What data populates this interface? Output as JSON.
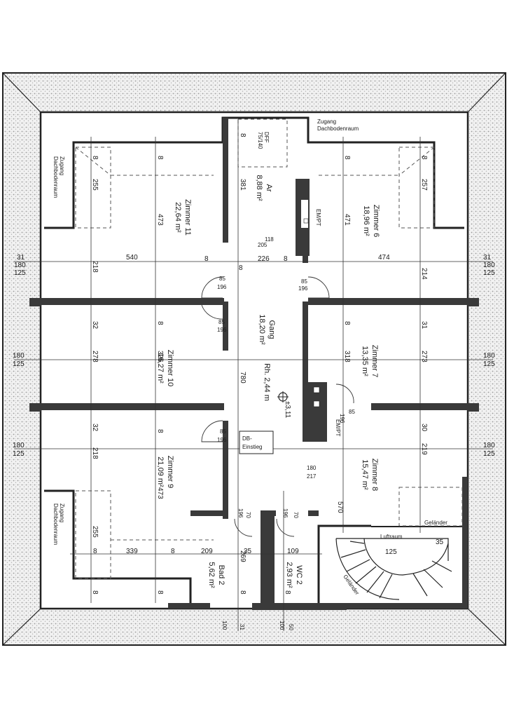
{
  "rooms": {
    "ar": {
      "name": "Ar",
      "area": "8,88 m²"
    },
    "zimmer11": {
      "name": "Zimmer 11",
      "area": "22,64 m²"
    },
    "zimmer6": {
      "name": "Zimmer 6",
      "area": "18,96 m²"
    },
    "gang": {
      "name": "Gang",
      "area": "18,20 m²",
      "rh": "Rh. 2,44 m"
    },
    "zimmer10": {
      "name": "Zimmer 10",
      "area": "16,27 m²"
    },
    "zimmer7": {
      "name": "Zimmer 7",
      "area": "13,35 m²"
    },
    "zimmer9": {
      "name": "Zimmer 9",
      "area": "21,09 m²"
    },
    "zimmer8": {
      "name": "Zimmer 8",
      "area": "15,47 m²"
    },
    "bad2": {
      "name": "Bad 2",
      "area": "5,62 m²"
    },
    "wc2": {
      "name": "WC 2",
      "area": "2,93 m²"
    }
  },
  "labels": {
    "zugang_top": "Zugang",
    "dachbodenraum_top": "Dachbodenraum",
    "zugang_left": "Zugang",
    "dachbodenraum_left": "Dachbodenraum",
    "zugang_left2": "Zugang",
    "dachbodenraum_left2": "Dachbodenraum",
    "dff": "DFF",
    "dff_size": "75/140",
    "empt1": "EM/PT",
    "empt2": "EM/PT",
    "db": "DB-",
    "einstieg": "Einstieg",
    "elev": "±3,11",
    "gelaender": "Geländer",
    "luftraum": "Luftraum",
    "treppe": "Geländer"
  },
  "dims": {
    "d540": "540",
    "d474": "474",
    "d226": "226",
    "d8a": "8",
    "d8b": "8",
    "d8c": "8",
    "d31l": "31",
    "d180l": "180",
    "d125l": "125",
    "d31r": "31",
    "d180r": "180",
    "d125r": "125",
    "d180l2": "180",
    "d125l2": "125",
    "d180r2": "180",
    "d125r2": "125",
    "d180l3": "180",
    "d125l3": "125",
    "d180r3": "180",
    "d125r3": "125",
    "d255a": "255",
    "d473a": "473",
    "d381": "381",
    "d471": "471",
    "d257": "257",
    "d218a": "218",
    "d214": "214",
    "d32a": "32",
    "d278": "278",
    "d326": "326",
    "d780": "780",
    "d318": "318",
    "d31b": "31",
    "d273": "273",
    "d32b": "32",
    "d218b": "218",
    "d473b": "473",
    "d570": "570",
    "d30": "30",
    "d219": "219",
    "d255b": "255",
    "d339": "339",
    "d8d": "8",
    "d8e": "8",
    "d209": "209",
    "d35": "35",
    "d269": "269",
    "d109": "109",
    "d125b": "125",
    "d35b": "35",
    "door85a": "85",
    "door196a": "196",
    "door85b": "85",
    "door196b": "196",
    "door85c": "85",
    "door196c": "196",
    "door85d": "85",
    "door196d": "196",
    "door85e": "85",
    "door196e": "196",
    "d118": "118",
    "d205": "205",
    "d180c": "180",
    "d217": "217",
    "d70a": "70",
    "d196f": "196",
    "d70b": "70",
    "d196g": "196",
    "d8_1": "8",
    "d8_2": "8",
    "d8_3": "8",
    "d8_4": "8",
    "d8_5": "8",
    "d8_6": "8",
    "d8_7": "8",
    "d8_8": "8",
    "d8_9": "8",
    "d8_10": "8",
    "d8_11": "8",
    "d8_12": "8",
    "d31bot": "31",
    "d100a": "100",
    "d100b": "100",
    "d50": "50"
  }
}
